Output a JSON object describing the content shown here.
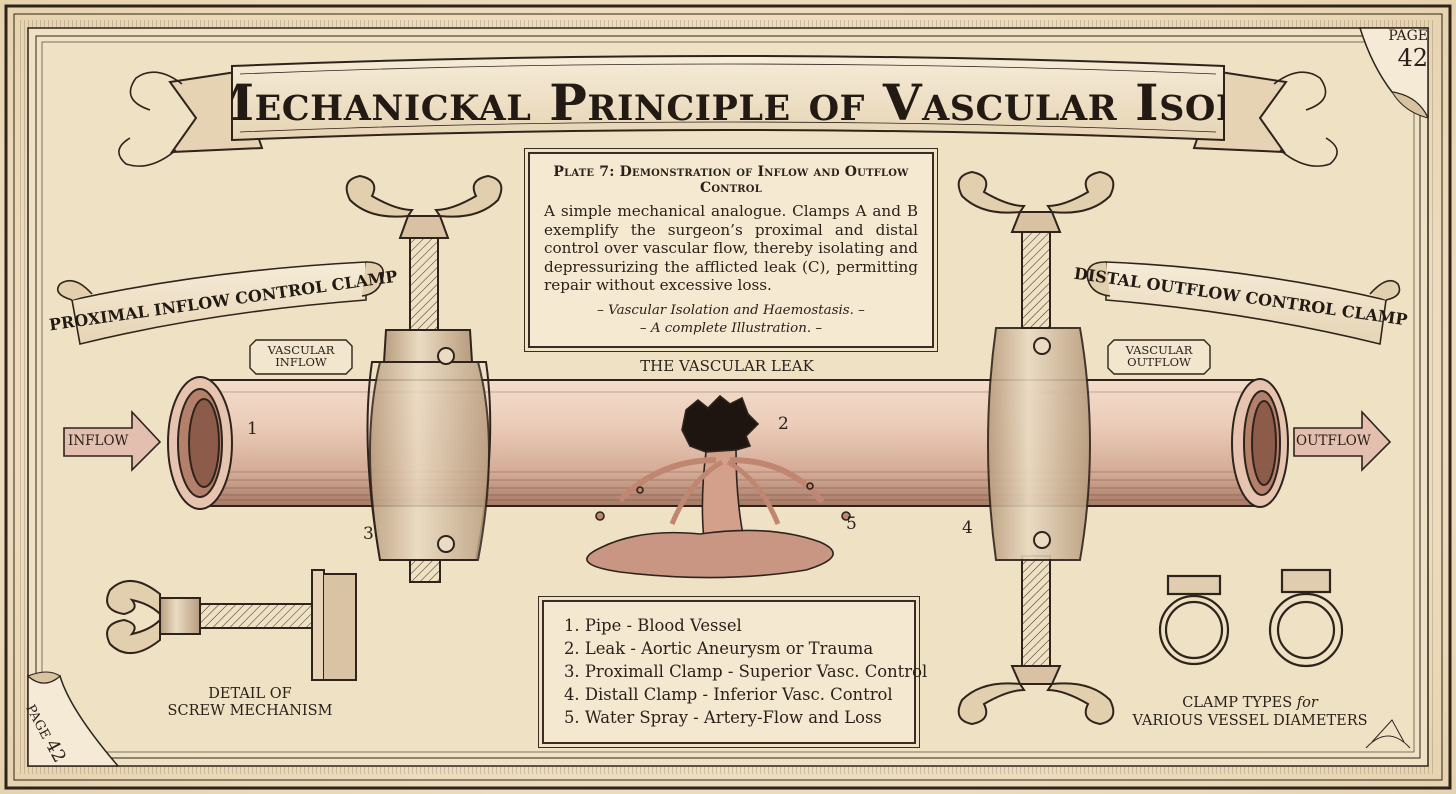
{
  "header": {
    "title": "The Mechanickal Principle of Vascular Isolation",
    "page_label": "PAGE",
    "page_number": "42"
  },
  "plate": {
    "heading": "Plate 7: Demonstration of Inflow and Outflow Control",
    "body": "A simple mechanical analogue. Clamps A and B exemplify the surgeon’s proximal and distal control over vascular flow, thereby isolating and depressurizing the afflicted leak (C), permitting repair without excessive loss.",
    "citation_1": "– Vascular Isolation and Haemostasis. –",
    "citation_2": "– A complete Illustration. –"
  },
  "banners": {
    "left": "Proximal Inflow Control Clamp",
    "right": "Distal Outflow Control Clamp"
  },
  "tags": {
    "inflow_tag_1": "Vascular",
    "inflow_tag_2": "Inflow",
    "outflow_tag_1": "Vascular",
    "outflow_tag_2": "Outflow"
  },
  "arrows": {
    "inflow": "INFLOW",
    "outflow": "OUTFLOW"
  },
  "leak_label": "THE VASCULAR LEAK",
  "numbers": {
    "n1": "1",
    "n2": "2",
    "n3": "3",
    "n4": "4",
    "n5": "5"
  },
  "legend": [
    "1.  Pipe - Blood Vessel",
    "2.  Leak - Aortic Aneurysm or Trauma",
    "3.  Proximall Clamp - Superior Vasc. Control",
    "4.  Distall Clamp - Inferior Vasc. Control",
    "5.  Water Spray - Artery-Flow and Loss"
  ],
  "detail": {
    "line1": "Detail of",
    "line2": "Screw Mechanism"
  },
  "clamp_types": {
    "line1_a": "Clamp Types ",
    "line1_b": "for",
    "line2": "Various Vessel Diameters"
  },
  "colors": {
    "paper": "#efe2c8",
    "ink": "#2a211a",
    "pipe": "#e8c9b4",
    "pipe_shade": "#b88d78",
    "blood": "#c98f7c",
    "clamp": "#d9c2a4"
  }
}
